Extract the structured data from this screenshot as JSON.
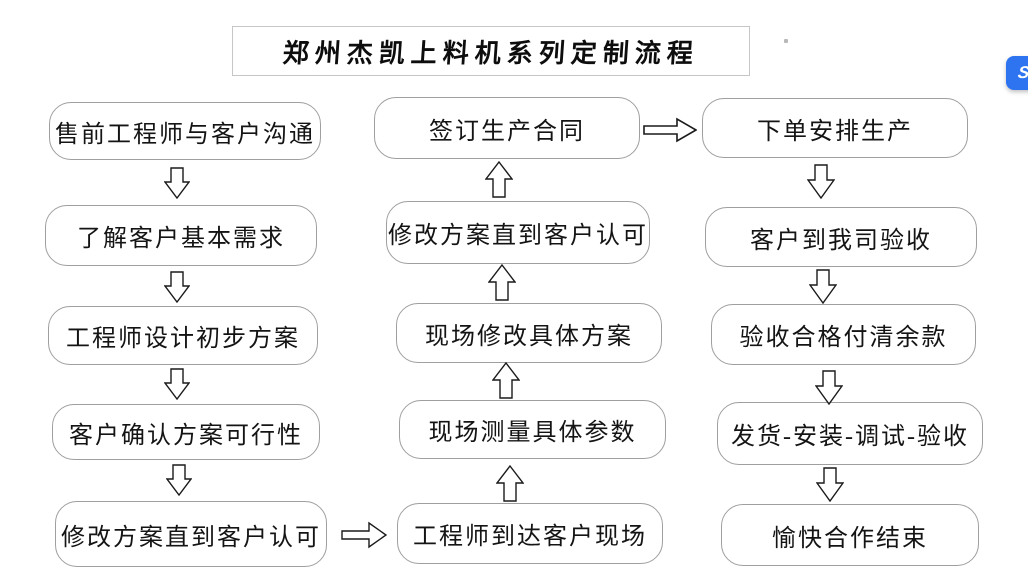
{
  "title": "郑州杰凯上料机系列定制流程",
  "columns": [
    {
      "name": "left",
      "boxes": [
        "售前工程师与客户沟通",
        "了解客户基本需求",
        "工程师设计初步方案",
        "客户确认方案可行性",
        "修改方案直到客户认可"
      ]
    },
    {
      "name": "middle",
      "boxes": [
        "签订生产合同",
        "修改方案直到客户认可",
        "现场修改具体方案",
        "现场测量具体参数",
        "工程师到达客户现场"
      ]
    },
    {
      "name": "right",
      "boxes": [
        "下单安排生产",
        "客户到我司验收",
        "验收合格付清余款",
        "发货-安装-调试-验收",
        "愉快合作结束"
      ]
    }
  ],
  "side_icon": {
    "glyph": "S",
    "color": "#2e74f0"
  },
  "colors": {
    "background": "#ffffff",
    "box_border": "#9f9f9f",
    "title_border": "#c6c6c6",
    "arrow_outline": "#1a1a1a",
    "text": "#141414"
  }
}
